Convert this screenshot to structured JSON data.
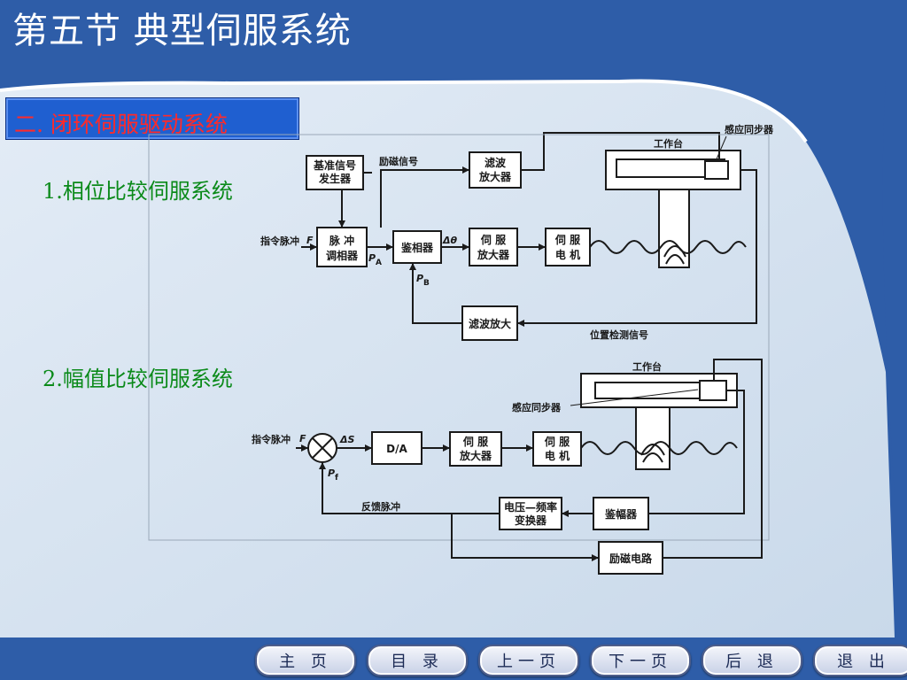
{
  "header": {
    "title": "第五节 典型伺服系统"
  },
  "section": {
    "label": "二. 闭环伺服驱动系统"
  },
  "subsections": [
    {
      "label": "1.相位比较伺服系统"
    },
    {
      "label": "2.幅值比较伺服系统"
    }
  ],
  "diagram1": {
    "ref_gen": [
      "基准信号",
      "发生器"
    ],
    "excite_signal": "励磁信号",
    "filter_amp_top": [
      "滤波",
      "放大器"
    ],
    "worktable": "工作台",
    "sync": "感应同步器",
    "cmd_pulse": "指令脉冲",
    "cmd_sym": "F",
    "pulse_mod": [
      "脉 冲",
      "调相器"
    ],
    "pa": "P",
    "pa_sub": "A",
    "phase_det": "鉴相器",
    "delta_theta": "Δθ",
    "servo_amp": [
      "伺 服",
      "放大器"
    ],
    "servo_motor": [
      "伺 服",
      "电 机"
    ],
    "pb": "P",
    "pb_sub": "B",
    "filter_amp_bottom": "滤波放大",
    "pos_signal": "位置检测信号"
  },
  "diagram2": {
    "worktable": "工作台",
    "sync": "感应同步器",
    "cmd_pulse": "指令脉冲",
    "cmd_sym": "F",
    "delta_s": "ΔS",
    "da": "D/A",
    "servo_amp": [
      "伺 服",
      "放大器"
    ],
    "servo_motor": [
      "伺 服",
      "电 机"
    ],
    "pf": "P",
    "pf_sub": "f",
    "feedback": "反馈脉冲",
    "vf_conv": [
      "电压—频率",
      "变换器"
    ],
    "amp_det": "鉴幅器",
    "excite": "励磁电路"
  },
  "nav": {
    "home": "主 页",
    "toc": "目 录",
    "prev": "上一页",
    "next": "下一页",
    "back": "后 退",
    "exit": "退 出"
  },
  "colors": {
    "background_blue": "#2e5da8",
    "panel": "#d6e3f0",
    "section_red": "#ff2a2a",
    "subtitle_green": "#0b8a1a"
  }
}
